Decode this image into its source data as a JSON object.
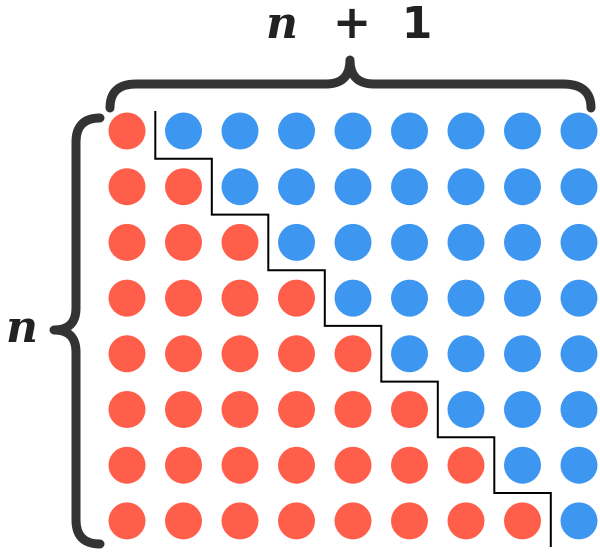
{
  "labels": {
    "top_n": "n",
    "top_plus": "+",
    "top_one": "1",
    "left_n": "n"
  },
  "grid": {
    "rows": 8,
    "cols": 9
  },
  "colors": {
    "red": "#FF5E4A",
    "blue": "#3D96F0",
    "stroke": "#000000",
    "brace": "#333333"
  }
}
